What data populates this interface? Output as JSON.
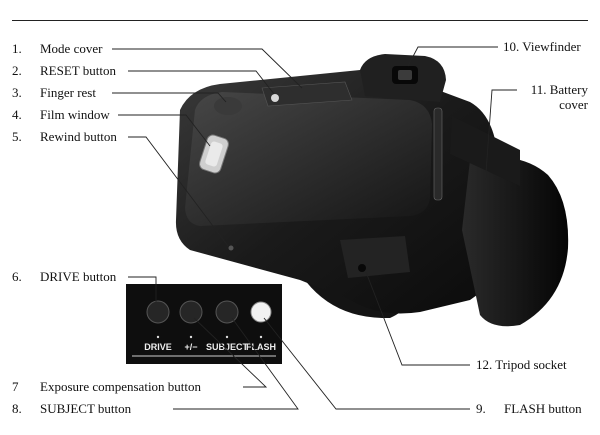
{
  "labels": [
    {
      "id": "mode-cover",
      "num": "1.",
      "text": "Mode cover"
    },
    {
      "id": "reset-button",
      "num": "2.",
      "text": "RESET button"
    },
    {
      "id": "finger-rest",
      "num": "3.",
      "text": "Finger rest"
    },
    {
      "id": "film-window",
      "num": "4.",
      "text": "Film window"
    },
    {
      "id": "rewind-button",
      "num": "5.",
      "text": "Rewind button"
    },
    {
      "id": "drive-button",
      "num": "6.",
      "text": "DRIVE button"
    },
    {
      "id": "exposure-comp",
      "num": "7",
      "text": "Exposure compensation button"
    },
    {
      "id": "subject-button",
      "num": "8.",
      "text": "SUBJECT button"
    },
    {
      "id": "flash-button",
      "num": "9.",
      "text": "FLASH button"
    },
    {
      "id": "viewfinder",
      "num": "10.",
      "text": "Viewfinder"
    },
    {
      "id": "battery-cover",
      "num": "11.",
      "text": "Battery",
      "text2": "cover"
    },
    {
      "id": "tripod-socket",
      "num": "12.",
      "text": "Tripod socket"
    }
  ],
  "panel": {
    "drive": "DRIVE",
    "exposure": "+/−",
    "subject": "SUBJECT",
    "flash": "FLASH"
  },
  "colors": {
    "camera": "#1c1c1c",
    "line": "#222222",
    "panel": "#0e0e0e"
  }
}
